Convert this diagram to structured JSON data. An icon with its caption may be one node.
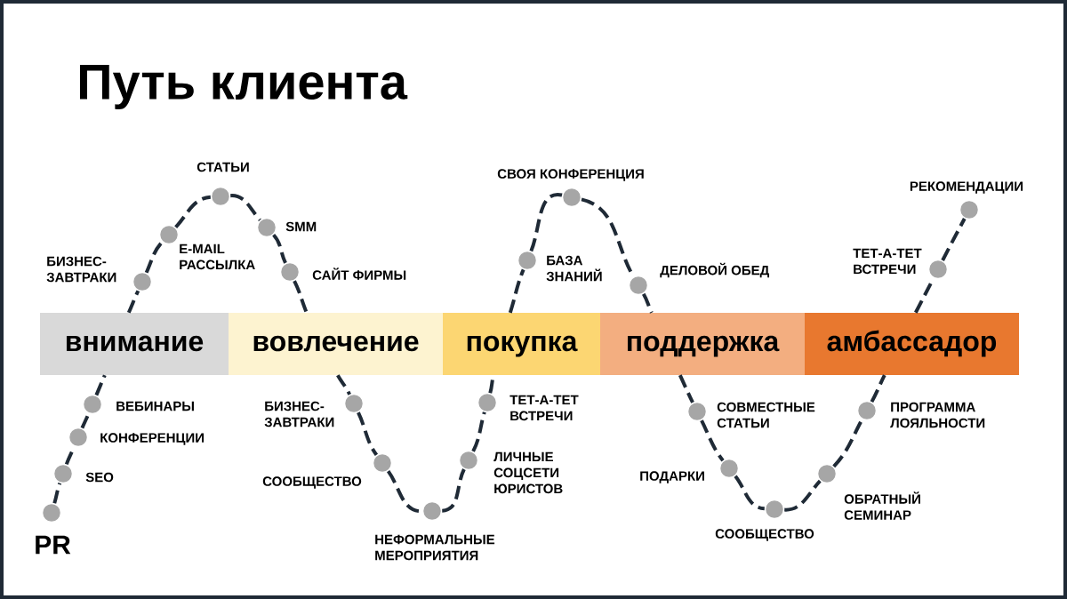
{
  "diagram": {
    "title": "Путь клиента",
    "nodes": [
      {
        "text": [
          "внимание"
        ]
      },
      {
        "text": [
          "вовлечение"
        ]
      },
      {
        "text": [
          "покупка"
        ]
      },
      {
        "text": [
          "поддержка"
        ]
      },
      {
        "text": [
          "амбассадор"
        ]
      },
      {
        "text": [],
        "shape": "circle",
        "beside": [
          "PR"
        ]
      },
      {
        "text": [],
        "shape": "circle",
        "beside": [
          "SEO"
        ]
      },
      {
        "text": [],
        "shape": "circle",
        "beside": [
          "КОНФЕРЕНЦИИ"
        ]
      },
      {
        "text": [],
        "shape": "circle",
        "beside": [
          "ВЕБИНАРЫ"
        ]
      },
      {
        "text": [],
        "shape": "circle",
        "beside": [
          "БИЗНЕС-ЗАВТРАКИ"
        ]
      },
      {
        "text": [],
        "shape": "circle",
        "beside": [
          "E-MAIL РАССЫЛКА"
        ]
      },
      {
        "text": [],
        "shape": "circle",
        "beside": [
          "СТАТЬИ"
        ]
      },
      {
        "text": [],
        "shape": "circle",
        "beside": [
          "SMM"
        ]
      },
      {
        "text": [],
        "shape": "circle",
        "beside": [
          "САЙТ ФИРМЫ"
        ]
      },
      {
        "text": [],
        "shape": "circle",
        "beside": [
          "БИЗНЕС-ЗАВТРАКИ"
        ]
      },
      {
        "text": [],
        "shape": "circle",
        "beside": [
          "СООБЩЕСТВО"
        ]
      },
      {
        "text": [],
        "shape": "circle",
        "beside": [
          "НЕФОРМАЛЬНЫЕ МЕРОПРИЯТИЯ"
        ]
      },
      {
        "text": [],
        "shape": "circle",
        "beside": [
          "ЛИЧНЫЕ СОЦСЕТИ ЮРИСТОВ"
        ]
      },
      {
        "text": [],
        "shape": "circle",
        "beside": [
          "ТЕТ-А-ТЕТ ВСТРЕЧИ"
        ]
      },
      {
        "text": [],
        "shape": "circle",
        "beside": [
          "БАЗА ЗНАНИЙ"
        ]
      },
      {
        "text": [],
        "shape": "circle",
        "beside": [
          "СВОЯ КОНФЕРЕНЦИЯ"
        ]
      },
      {
        "text": [],
        "shape": "circle",
        "beside": [
          "ДЕЛОВОЙ ОБЕД"
        ]
      },
      {
        "text": [],
        "shape": "circle",
        "beside": [
          "СОВМЕСТНЫЕ СТАТЬИ"
        ]
      },
      {
        "text": [],
        "shape": "circle",
        "beside": [
          "ПОДАРКИ"
        ]
      },
      {
        "text": [],
        "shape": "circle",
        "beside": [
          "СООБЩЕСТВО"
        ]
      },
      {
        "text": [],
        "shape": "circle",
        "beside": [
          "ОБРАТНЫЙ СЕМИНАР"
        ]
      },
      {
        "text": [],
        "shape": "circle",
        "beside": [
          "ПРОГРАММА ЛОЯЛЬНОСТИ"
        ]
      },
      {
        "text": [],
        "shape": "circle",
        "beside": [
          "ТЕТ-А-ТЕТ ВСТРЕЧИ"
        ]
      },
      {
        "text": [],
        "shape": "circle",
        "beside": [
          "РЕКОМЕНДАЦИИ"
        ]
      }
    ],
    "edges": [
      {
        "from": 5,
        "to": 6,
        "arrow": "none"
      },
      {
        "from": 6,
        "to": 7,
        "arrow": "none"
      },
      {
        "from": 7,
        "to": 8,
        "arrow": "none"
      },
      {
        "from": 8,
        "to": 0,
        "arrow": "none"
      },
      {
        "from": 0,
        "to": 9,
        "arrow": "none"
      },
      {
        "from": 9,
        "to": 10,
        "arrow": "none"
      },
      {
        "from": 10,
        "to": 11,
        "arrow": "none"
      },
      {
        "from": 11,
        "to": 12,
        "arrow": "none"
      },
      {
        "from": 12,
        "to": 13,
        "arrow": "none"
      },
      {
        "from": 13,
        "to": 1,
        "arrow": "none"
      },
      {
        "from": 1,
        "to": 14,
        "arrow": "none"
      },
      {
        "from": 14,
        "to": 15,
        "arrow": "none"
      },
      {
        "from": 15,
        "to": 16,
        "arrow": "none"
      },
      {
        "from": 16,
        "to": 17,
        "arrow": "none"
      },
      {
        "from": 17,
        "to": 18,
        "arrow": "none"
      },
      {
        "from": 18,
        "to": 2,
        "arrow": "none"
      },
      {
        "from": 2,
        "to": 19,
        "arrow": "none"
      },
      {
        "from": 19,
        "to": 20,
        "arrow": "none"
      },
      {
        "from": 20,
        "to": 21,
        "arrow": "none"
      },
      {
        "from": 21,
        "to": 3,
        "arrow": "none"
      },
      {
        "from": 3,
        "to": 22,
        "arrow": "none"
      },
      {
        "from": 22,
        "to": 23,
        "arrow": "none"
      },
      {
        "from": 23,
        "to": 24,
        "arrow": "none"
      },
      {
        "from": 24,
        "to": 25,
        "arrow": "none"
      },
      {
        "from": 25,
        "to": 26,
        "arrow": "none"
      },
      {
        "from": 26,
        "to": 4,
        "arrow": "none"
      },
      {
        "from": 4,
        "to": 27,
        "arrow": "none"
      },
      {
        "from": 27,
        "to": 28,
        "arrow": "none"
      }
    ]
  }
}
